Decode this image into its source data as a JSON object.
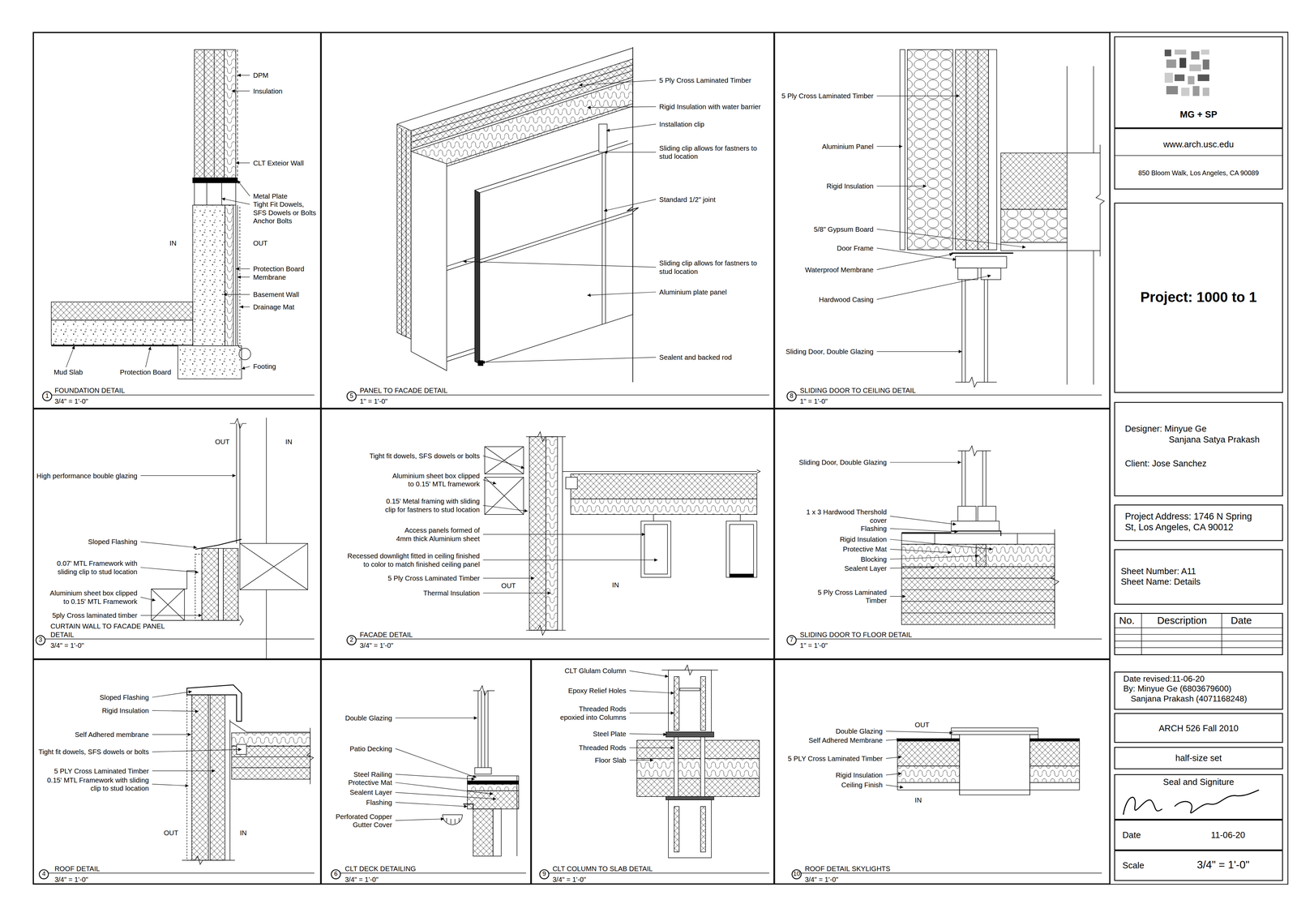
{
  "diagram": {
    "nodes": [
      {
        "text": [
          "FOUNDATION DETAIL",
          "3/4\" = 1'-0\""
        ]
      },
      {
        "text": [
          "1"
        ],
        "in": 0
      },
      {
        "text": [
          "PANEL TO FACADE DETAIL",
          "1\" = 1'-0\""
        ]
      },
      {
        "text": [
          "5"
        ],
        "in": 2
      },
      {
        "text": [
          "SLIDING DOOR TO CEILING DETAIL",
          "1\" = 1'-0\""
        ]
      },
      {
        "text": [
          "8"
        ],
        "in": 4
      },
      {
        "text": [
          "CURTAIN WALL TO FACADE PANEL DETAIL",
          "3/4\" = 1'-0\""
        ]
      },
      {
        "text": [
          "3"
        ],
        "in": 6
      },
      {
        "text": [
          "FACADE DETAIL",
          "3/4\" = 1'-0\""
        ]
      },
      {
        "text": [
          "2"
        ],
        "in": 8
      },
      {
        "text": [
          "SLIDING DOOR TO FLOOR DETAIL",
          "1\" = 1'-0\""
        ]
      },
      {
        "text": [
          "7"
        ],
        "in": 10
      },
      {
        "text": [
          "ROOF DETAIL",
          "3/4\" = 1'-0\""
        ]
      },
      {
        "text": [
          "4"
        ],
        "in": 12
      },
      {
        "text": [
          "CLT DECK DETAILING",
          "3/4\" = 1'-0\""
        ]
      },
      {
        "text": [
          "6"
        ],
        "in": 14
      },
      {
        "text": [
          "CLT COLUMN TO SLAB DETAIL",
          "3/4\" = 1'-0\""
        ]
      },
      {
        "text": [
          "9"
        ],
        "in": 16
      },
      {
        "text": [
          "ROOF DETAIL SKYLIGHTS",
          "3/4\" = 1'-0\""
        ]
      },
      {
        "text": [
          "10"
        ],
        "in": 18
      },
      {
        "text": [
          "MG + SP"
        ]
      },
      {
        "text": [
          "www.arch.usc.edu",
          "850 Bloom Walk, Los Angeles, CA 90089"
        ]
      },
      {
        "text": [
          "Project: 1000 to 1"
        ]
      },
      {
        "text": [
          "Designer: Minyue Ge",
          "Sanjana Satya Prakash",
          "Client: Jose Sanchez"
        ]
      },
      {
        "text": [
          "Project Address: 1746 N Spring St, Los Angeles, CA 90012"
        ]
      },
      {
        "text": [
          "Sheet Number: A11",
          "Sheet Name: Details"
        ]
      },
      {
        "text": [
          "No.",
          "Description",
          "Date"
        ]
      },
      {
        "text": [
          "Date revised:11-06-20",
          "By: Minyue Ge (6803679600)",
          "Sanjana Prakash (4071168248)"
        ]
      },
      {
        "text": [
          "ARCH 526 Fall 2010"
        ]
      },
      {
        "text": [
          "half-size set"
        ]
      },
      {
        "text": [
          "Seal and Signiture"
        ]
      },
      {
        "text": [
          "Date",
          "11-06-20"
        ]
      },
      {
        "text": [
          "Scale",
          "3/4\" = 1'-0\""
        ]
      }
    ],
    "labels": [
      "DPM",
      "Insulation",
      "CLT Exteior Wall",
      "Metal Plate",
      "Tight Fit Dowels,",
      "SFS Dowels or Bolts",
      "Anchor Bolts",
      "IN",
      "OUT",
      "Protection Board",
      "Membrane",
      "Basement Wall",
      "Drainage Mat",
      "Mud Slab",
      "Protection Board",
      "Footing",
      "5 Ply Cross Laminated Timber",
      "Rigid Insulation with water barrier",
      "Installation clip",
      "Sliding clip allows for fastners to stud location",
      "Standard 1/2\" joint",
      "Sliding clip allows for fastners to stud location",
      "Aluminium plate panel",
      "Sealent and backed rod",
      "5 Ply Cross Laminated Timber",
      "Aluminium Panel",
      "Rigid Insulation",
      "5/8\" Gypsum Board",
      "Door Frame",
      "Waterproof Membrane",
      "Hardwood Casing",
      "Sliding Door, Double Glazing",
      "OUT",
      "IN",
      "High performance bouble glazing",
      "Sloped Flashing",
      "0.07' MTL Framework with sliding clip to stud location",
      "Aluminium sheet box clipped to 0.15' MTL Framework",
      "5ply Cross laminated timber",
      "Tight fit dowels, SFS dowels or bolts",
      "Aluminium sheet box clipped to 0.15' MTL framework",
      "0.15' Metal framing with sliding clip for fastners to stud location",
      "Access panels formed of 4mm thick Aluminium sheet",
      "Recessed downlight fitted in ceiling finished to color to match finished ceiling panel",
      "5 Ply Cross Laminated Timber",
      "Thermal Insulation",
      "OUT",
      "IN",
      "Sliding Door, Double Glazing",
      "1 x 3 Hardwood Thershold cover",
      "Flashing",
      "Rigid Insulation",
      "Protective Mat",
      "Blocking",
      "Sealent Layer",
      "5 Ply Cross Laminated Timber",
      "Sloped Flashing",
      "Rigid Insulation",
      "Self Adhered membrane",
      "Tight fit dowels, SFS dowels or bolts",
      "5 PLY Cross Laminated Timber",
      "0.15' MTL Framework with sliding clip to stud location",
      "OUT",
      "IN",
      "Double Glazing",
      "Patio Decking",
      "Steel Railing",
      "Protective Mat",
      "Sealent Layer",
      "Flashing",
      "Perforated Copper Gutter Cover",
      "CLT Glulam Column",
      "Epoxy Relief Holes",
      "Threaded Rods epoxied into Columns",
      "Steel Plate",
      "Threaded Rods",
      "Floor Slab",
      "OUT",
      "Double Glazing",
      "Self Adhered Membrane",
      "5 PLY Cross Laminated Timber",
      "Rigid Insulation",
      "Ceiling Finish",
      "IN"
    ]
  }
}
